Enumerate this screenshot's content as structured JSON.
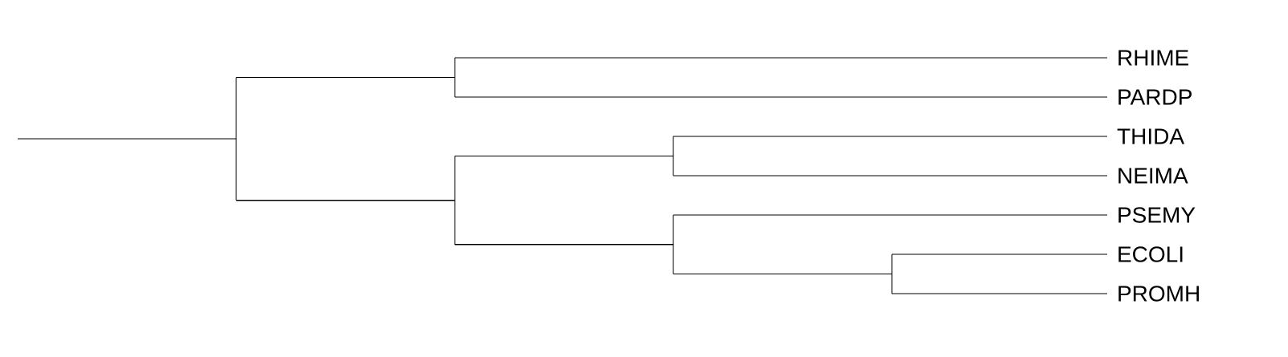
{
  "diagram": {
    "type": "phylogenetic-tree",
    "layout": "rectangular-cladogram",
    "orientation": "left-to-right",
    "line_color": "#000000",
    "label_color": "#000000",
    "background": "#ffffff",
    "leaves": [
      "RHIME",
      "PARDP",
      "THIDA",
      "NEIMA",
      "PSEMY",
      "ECOLI",
      "PROMH"
    ],
    "tree": {
      "children": [
        {
          "children": [
            {
              "name": "RHIME"
            },
            {
              "name": "PARDP"
            }
          ]
        },
        {
          "children": [
            {
              "children": [
                {
                  "name": "THIDA"
                },
                {
                  "name": "NEIMA"
                }
              ]
            },
            {
              "children": [
                {
                  "name": "PSEMY"
                },
                {
                  "children": [
                    {
                      "name": "ECOLI"
                    },
                    {
                      "name": "PROMH"
                    }
                  ]
                }
              ]
            }
          ]
        }
      ]
    }
  }
}
